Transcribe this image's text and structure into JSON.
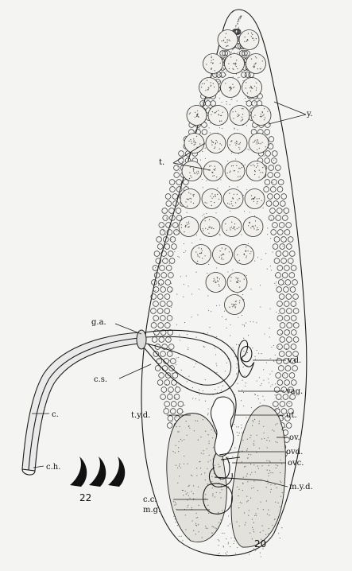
{
  "labels": {
    "y": "y.",
    "t": "t.",
    "ga": "g.a.",
    "cs": "c.s.",
    "c": "c.",
    "ch": "c.h.",
    "vd": "v.d.",
    "vag": "vag.",
    "tyd": "t.y.d.",
    "ut": "ut.",
    "ov": "ov.",
    "ovd": "ovd.",
    "ovc": "ovc.",
    "myd": "m.y.d.",
    "cc": "c.c.",
    "mg": "m.g."
  },
  "figure_numbers": {
    "main": "20",
    "hooks": "22"
  }
}
